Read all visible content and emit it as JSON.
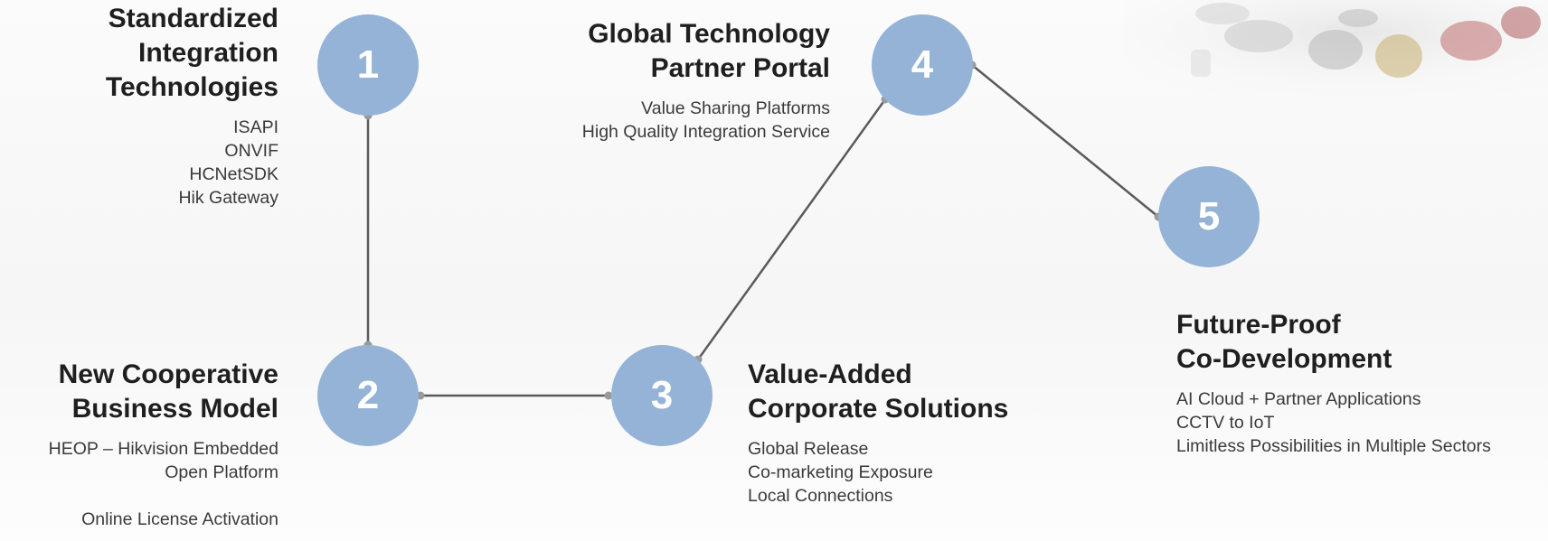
{
  "steps": [
    {
      "number": "1",
      "title_lines": [
        "Standardized",
        "Integration",
        "Technologies"
      ],
      "items": [
        "ISAPI",
        "ONVIF",
        "HCNetSDK",
        "Hik Gateway"
      ]
    },
    {
      "number": "2",
      "title_lines": [
        "New Cooperative",
        "Business Model"
      ],
      "items": [
        "HEOP – Hikvision Embedded",
        "Open Platform",
        "Online License Activation"
      ]
    },
    {
      "number": "3",
      "title_lines": [
        "Value-Added",
        "Corporate Solutions"
      ],
      "items": [
        "Global Release",
        "Co-marketing Exposure",
        "Local Connections"
      ]
    },
    {
      "number": "4",
      "title_lines": [
        "Global Technology",
        "Partner Portal"
      ],
      "items": [
        "Value Sharing Platforms",
        "High Quality Integration Service"
      ]
    },
    {
      "number": "5",
      "title_lines": [
        "Future-Proof",
        "Co-Development"
      ],
      "items": [
        "AI Cloud + Partner Applications",
        "CCTV to IoT",
        "Limitless Possibilities in Multiple Sectors"
      ]
    }
  ],
  "colors": {
    "circle_fill": "#94b3d6",
    "connector_line": "#5a5a5a",
    "connector_dot": "#9a9a9a"
  }
}
